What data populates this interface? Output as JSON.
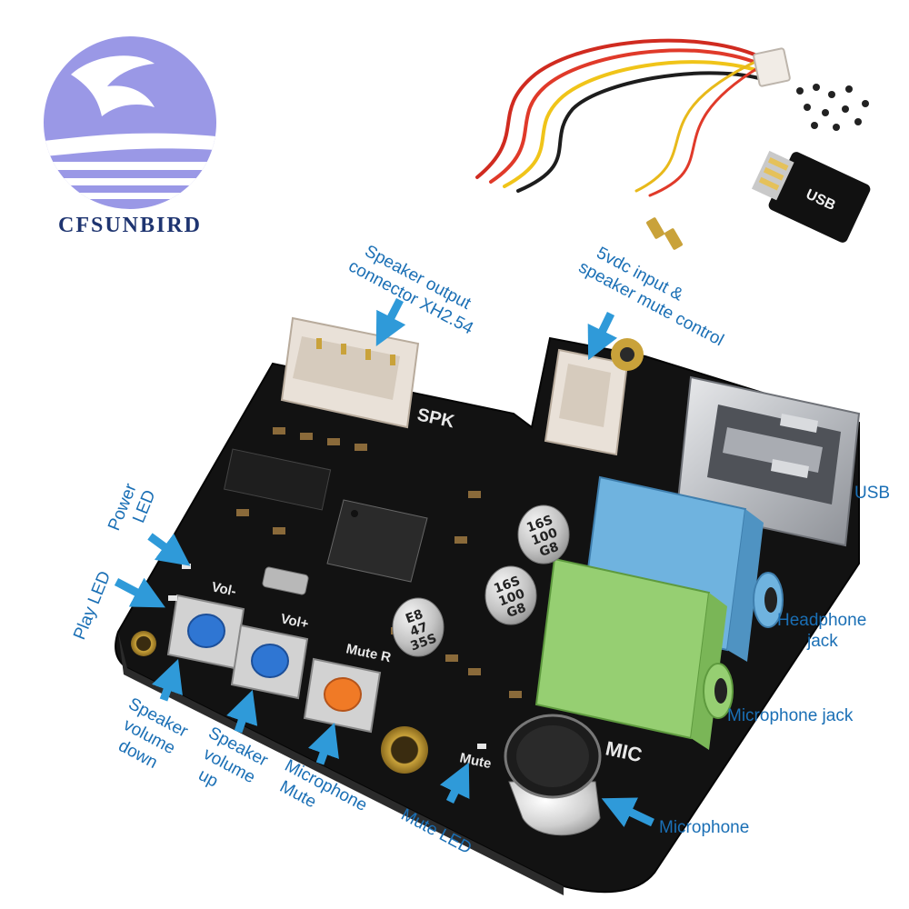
{
  "brand": {
    "name": "CFSUNBIRD"
  },
  "board_silkscreen": {
    "spk": "SPK",
    "mic": "MIC",
    "vol_minus": "Vol-",
    "vol_plus": "Vol+",
    "mute_r": "Mute R",
    "mute": "Mute",
    "usb_adapter": "USB"
  },
  "component_markings": {
    "cap1": [
      "16S",
      "100",
      "G8"
    ],
    "cap2": [
      "16S",
      "100",
      "G8"
    ],
    "cap3": [
      "E8",
      "47",
      "35S"
    ]
  },
  "callouts": {
    "speaker_output": [
      "Speaker output",
      "connector XH2.54"
    ],
    "power_input": [
      "5vdc input &",
      "speaker mute control"
    ],
    "usb": "USB",
    "power_led": [
      "Power",
      "LED"
    ],
    "play_led": "Play LED",
    "headphone_jack": [
      "Headphone",
      "jack"
    ],
    "microphone_jack": "Microphone jack",
    "speaker_volume_down": [
      "Speaker",
      "volume",
      "down"
    ],
    "speaker_volume_up": [
      "Speaker",
      "volume",
      "up"
    ],
    "microphone_mute": [
      "Microphone",
      "Mute"
    ],
    "mute_led": "Mute LED",
    "microphone": "Microphone"
  },
  "colors": {
    "callout_text": "#1a6fb5",
    "arrow": "#2f9ad9",
    "pcb": "#121212",
    "headphone_jack": "#6fb3df",
    "microphone_jack": "#96cf72",
    "mute_button": "#f07a26",
    "volume_buttons": "#2f76d3",
    "logo": "#9a98e6"
  }
}
